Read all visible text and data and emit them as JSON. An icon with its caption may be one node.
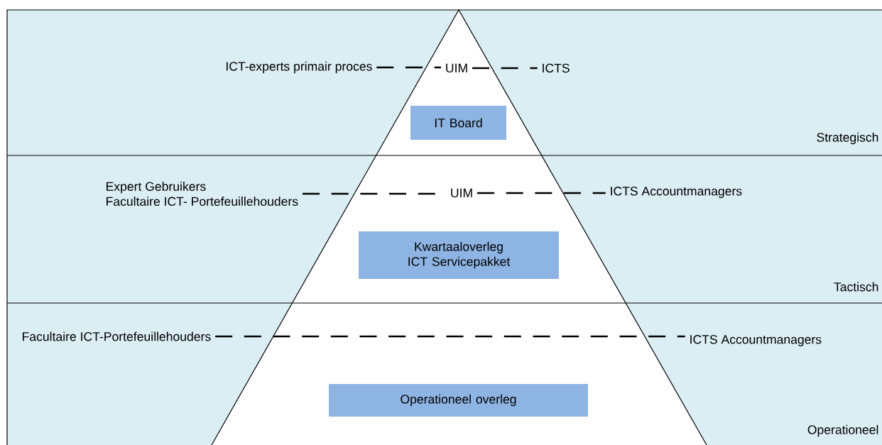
{
  "diagram": {
    "nodes": [
      {
        "text": [
          "ICT-experts primair proces"
        ]
      },
      {
        "text": [
          "UIM"
        ]
      },
      {
        "text": [
          "ICTS"
        ]
      },
      {
        "text": [
          "IT Board"
        ]
      },
      {
        "text": [
          "Expert Gebruikers",
          "Facultaire ICT- Portefeuillehouders"
        ]
      },
      {
        "text": [
          "UIM"
        ]
      },
      {
        "text": [
          "ICTS Accountmanagers"
        ]
      },
      {
        "text": [
          "Kwartaaloverleg ICT Servicepakket"
        ]
      },
      {
        "text": [
          "Facultaire ICT-Portefeuillehouders"
        ]
      },
      {
        "text": [
          "ICTS Accountmanagers"
        ]
      },
      {
        "text": [
          "Operationeel overleg"
        ]
      }
    ],
    "edges": [
      {
        "from": 0,
        "to": 1,
        "arrow": "none",
        "style": "dashed"
      },
      {
        "from": 1,
        "to": 2,
        "arrow": "none",
        "style": "dashed"
      },
      {
        "from": 4,
        "to": 5,
        "arrow": "none",
        "style": "dashed"
      },
      {
        "from": 5,
        "to": 6,
        "arrow": "none",
        "style": "dashed"
      },
      {
        "from": 8,
        "to": 9,
        "arrow": "none",
        "style": "dashed"
      }
    ],
    "labels": [
      "Strategisch",
      "Tactisch",
      "Operationeel"
    ]
  }
}
